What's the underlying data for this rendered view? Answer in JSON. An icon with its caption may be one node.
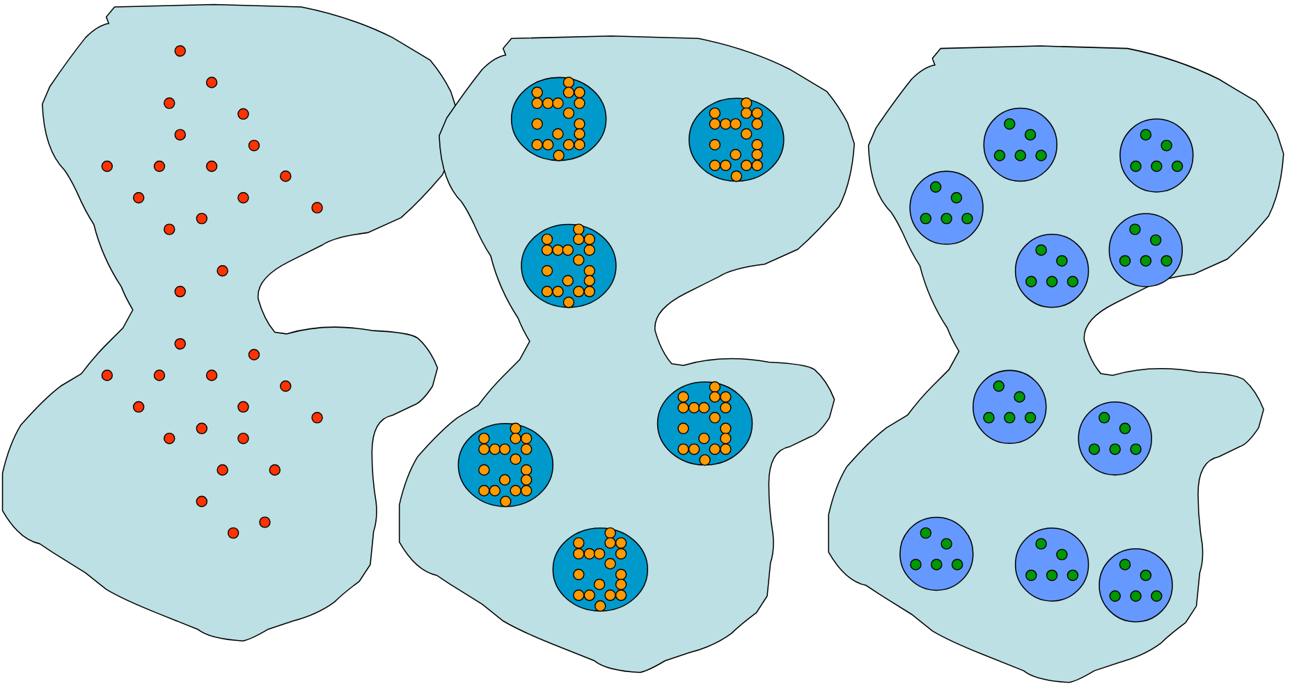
{
  "diagram": {
    "nodes": [
      {
        "text": [],
        "shape": "blob"
      },
      {
        "text": [],
        "shape": "blob"
      },
      {
        "text": [],
        "shape": "ellipse",
        "in": 1
      },
      {
        "text": [],
        "shape": "ellipse",
        "in": 1
      },
      {
        "text": [],
        "shape": "ellipse",
        "in": 1
      },
      {
        "text": [],
        "shape": "ellipse",
        "in": 1
      },
      {
        "text": [],
        "shape": "ellipse",
        "in": 1
      },
      {
        "text": [],
        "shape": "ellipse",
        "in": 1
      },
      {
        "text": [],
        "shape": "blob"
      },
      {
        "text": [],
        "shape": "circle",
        "in": 8
      },
      {
        "text": [],
        "shape": "circle",
        "in": 8
      },
      {
        "text": [],
        "shape": "circle",
        "in": 8
      },
      {
        "text": [],
        "shape": "circle",
        "in": 8
      },
      {
        "text": [],
        "shape": "circle",
        "in": 8
      },
      {
        "text": [],
        "shape": "circle",
        "in": 8
      },
      {
        "text": [],
        "shape": "circle",
        "in": 8
      },
      {
        "text": [],
        "shape": "circle",
        "in": 8
      },
      {
        "text": [],
        "shape": "circle",
        "in": 8
      },
      {
        "text": [],
        "shape": "circle",
        "in": 8
      }
    ]
  }
}
